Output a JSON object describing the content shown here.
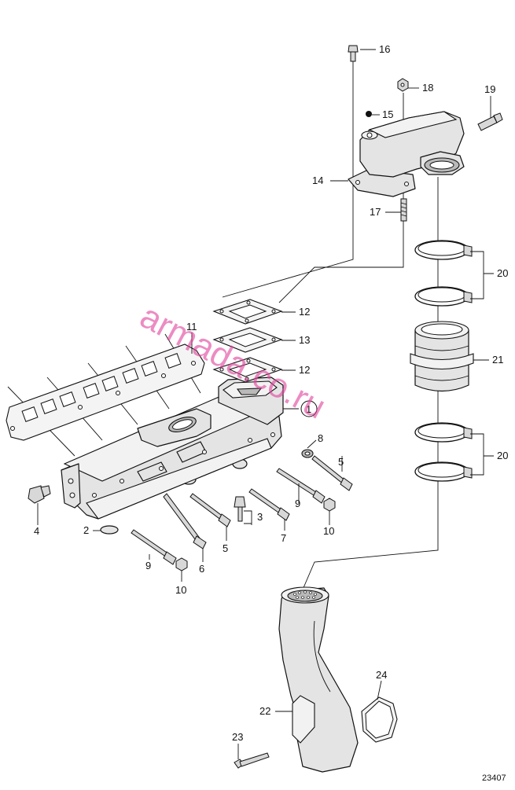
{
  "watermark": "armada.co.ru",
  "drawing_number": "23407",
  "callouts": {
    "c1": "1",
    "c2": "2",
    "c3": "3",
    "c4": "4",
    "c5a": "5",
    "c5b": "5",
    "c6": "6",
    "c7": "7",
    "c8": "8",
    "c9a": "9",
    "c9b": "9",
    "c10a": "10",
    "c10b": "10",
    "c11": "11",
    "c12a": "12",
    "c12b": "12",
    "c13": "13",
    "c14": "14",
    "c15": "15",
    "c16": "16",
    "c17": "17",
    "c18": "18",
    "c19": "19",
    "c20a": "20",
    "c20b": "20",
    "c21": "21",
    "c22": "22",
    "c23": "23",
    "c24": "24"
  }
}
